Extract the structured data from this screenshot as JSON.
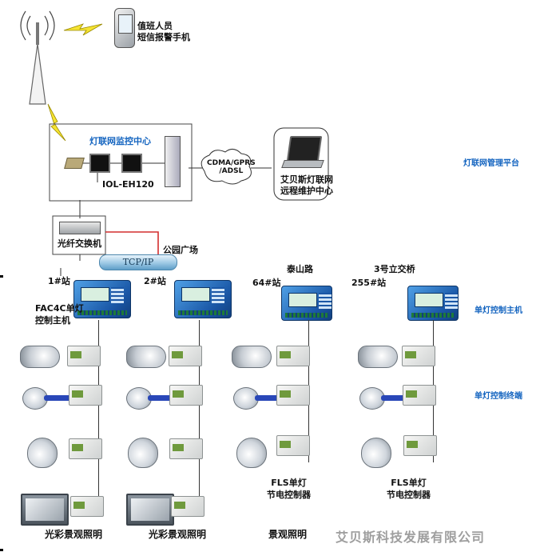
{
  "top": {
    "phone_label": "值班人员\n短信报警手机",
    "monitor_center": "灯联网监控中心",
    "server_model": "IOL-EH120",
    "cloud": "CDMA/GPRS\n/ADSL",
    "remote_center": "艾贝斯灯联网\n远程维护中心",
    "switch": "光纤交换机",
    "pipe": "TCP/IP",
    "park": "公园广场"
  },
  "side_labels": {
    "platform": "灯联网管理平台",
    "host": "单灯控制主机",
    "terminal": "单灯控制终端"
  },
  "stations": [
    {
      "id": "1#站",
      "controller": "FAC4C单灯\n控制主机",
      "footer": "光彩景观照明"
    },
    {
      "id": "2#站",
      "footer": "光彩景观照明"
    },
    {
      "id": "64#站",
      "road": "泰山路",
      "footer": "景观照明",
      "device": "FLS单灯\n节电控制器"
    },
    {
      "id": "255#站",
      "road": "3号立交桥",
      "device": "FLS单灯\n节电控制器"
    }
  ],
  "watermark": "艾贝斯科技发展有限公司",
  "colors": {
    "accent": "#1565c0",
    "lightning": "#f5e332",
    "link_red": "#d32f2f",
    "controller_blue": "#1a57a6"
  }
}
